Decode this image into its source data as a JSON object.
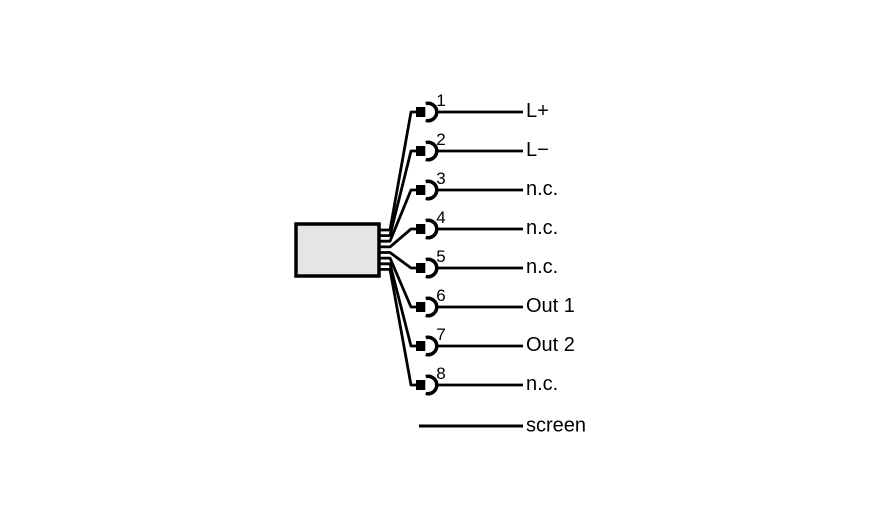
{
  "diagram": {
    "type": "connector-wiring-pinout",
    "colors": {
      "background": "#ffffff",
      "line": "#000000",
      "text": "#000000",
      "box_fill": "#e5e5e5"
    },
    "pins": [
      {
        "number": "1",
        "label": "L+"
      },
      {
        "number": "2",
        "label": "L−"
      },
      {
        "number": "3",
        "label": "n.c."
      },
      {
        "number": "4",
        "label": "n.c."
      },
      {
        "number": "5",
        "label": "n.c."
      },
      {
        "number": "6",
        "label": "Out 1"
      },
      {
        "number": "7",
        "label": "Out 2"
      },
      {
        "number": "8",
        "label": "n.c."
      }
    ],
    "screen": {
      "label": "screen"
    }
  }
}
